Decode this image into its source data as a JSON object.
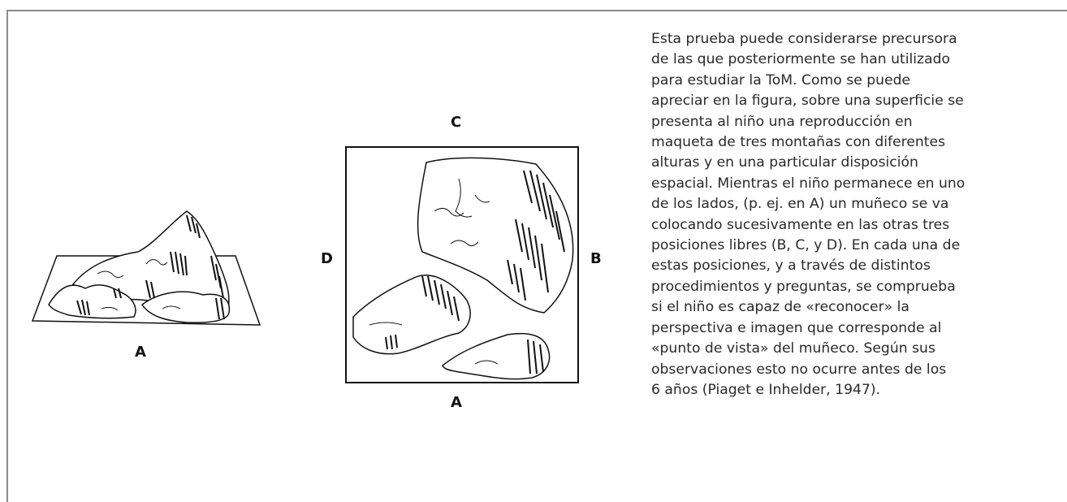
{
  "figure_left": {
    "label_bottom": "A"
  },
  "figure_right": {
    "label_top": "C",
    "label_left": "D",
    "label_right": "B",
    "label_bottom": "A"
  },
  "paragraph_lines": [
    "Esta prueba puede considerarse precursora",
    "de las que posteriormente se han utilizado",
    "para estudiar la ToM. Como se puede",
    "apreciar en la figura, sobre una superficie se",
    "presenta al niño una reproducción en",
    "maqueta de tres montañas con diferentes",
    "alturas y en una particular disposición",
    "espacial. Mientras el niño permanece en uno",
    "de los lados, (p. ej. en A) un muñeco se va",
    "colocando sucesivamente en las otras tres",
    "posiciones libres (B, C, y D). En cada una de",
    "estas posiciones, y a través de distintos",
    "procedimientos y preguntas, se comprueba",
    "si el niño es capaz de «reconocer» la",
    "perspectiva  e imagen que corresponde al",
    "«punto de vista» del muñeco. Según sus",
    "observaciones esto no ocurre antes de los",
    "6 años (Piaget e Inhelder, 1947)."
  ]
}
